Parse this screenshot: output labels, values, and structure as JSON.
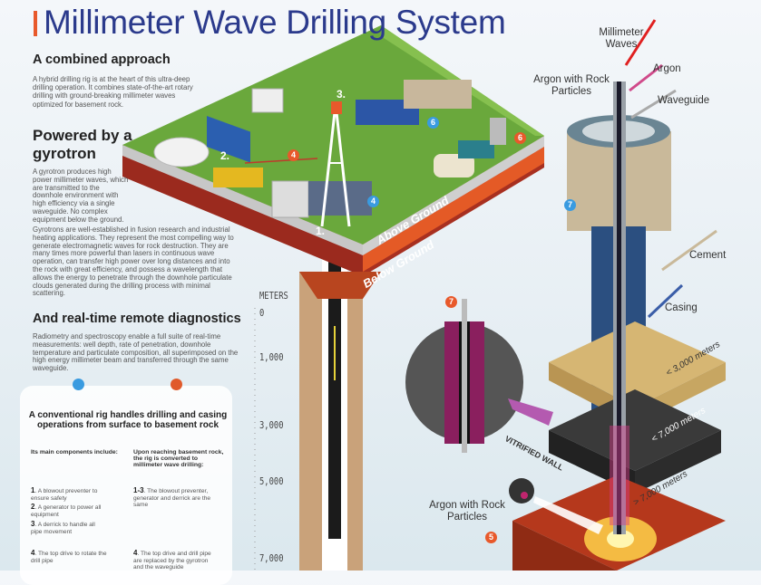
{
  "header": {
    "title": "Millimeter Wave Drilling System"
  },
  "sections": [
    {
      "heading": "A combined approach",
      "body": "A hybrid drilling rig is at the heart of this ultra-deep drilling operation. It combines state-of-the-art rotary drilling with ground-breaking millimeter waves optimized for basement rock."
    },
    {
      "heading": "Powered by a gyrotron",
      "body": "A gyrotron produces high power millimeter waves, which are transmitted to the downhole environment with high efficiency via a single waveguide. No complex equipment below the ground.",
      "body2": "Gyrotrons are well-established in fusion research and industrial heating applications.  They represent the most compelling way to generate electromagnetic waves for rock destruction. They are many times more powerful than lasers in continuous wave operation, can transfer high power over long distances and into the rock with great efficiency, and possess a wavelength that allows the energy to penetrate through the downhole particulate clouds generated during the drilling process with minimal scattering."
    },
    {
      "heading": "And real-time remote diagnostics",
      "body": "Radiometry and spectroscopy enable a full suite of real-time measurements: well depth, rate of penetration, downhole temperature and particulate composition, all superimposed on the high energy millimeter beam and transferred through the same waveguide."
    }
  ],
  "card": {
    "heading": "A conventional rig handles drilling and casing operations from surface to basement rock",
    "left_heading": "Its main components include:",
    "right_heading": "Upon reaching basement rock, the rig is converted to millimeter wave drilling:",
    "left_items": [
      {
        "num": "1",
        "text": ". A blowout preventer to ensure safety"
      },
      {
        "num": "2",
        "text": ". A generator to power all equipment"
      },
      {
        "num": "3",
        "text": ". A derrick to handle all pipe movement"
      },
      {
        "num": "4",
        "text": ". The top drive to rotate the drill pipe"
      }
    ],
    "right_items": [
      {
        "num": "1-3",
        "text": ". The blowout preventer, generator and derrick are the same"
      },
      {
        "num": "4",
        "text": ". The top drive and drill pipe are replaced by the gyrotron and the waveguide"
      }
    ],
    "dot_colors": [
      "#3a9be0",
      "#e05a2b"
    ]
  },
  "depth_scale": {
    "unit": "METERS",
    "ticks": [
      "0",
      "1,000",
      "3,000",
      "5,000",
      "7,000"
    ]
  },
  "surface": {
    "above": "Above Ground",
    "below": "Below Ground",
    "markers": [
      "1.",
      "2.",
      "3.",
      "4",
      "4",
      "6",
      "6"
    ]
  },
  "labels": {
    "mm_waves": "Millimeter Waves",
    "argon": "Argon",
    "argon_particles": "Argon with Rock Particles",
    "waveguide": "Waveguide",
    "cement": "Cement",
    "casing": "Casing",
    "d1": "< 3,000 meters",
    "d2": "< 7,000 meters",
    "d3": "> 7,000 meters",
    "vitrified": "VITRIFIED WALL",
    "argon_particles2": "Argon with Rock Particles",
    "badge7": "7",
    "badge5": "5"
  },
  "colors": {
    "title": "#2b3a8c",
    "accent": "#e8592b",
    "badge_blue": "#3a9be0",
    "grass": "#6aa83c"
  }
}
